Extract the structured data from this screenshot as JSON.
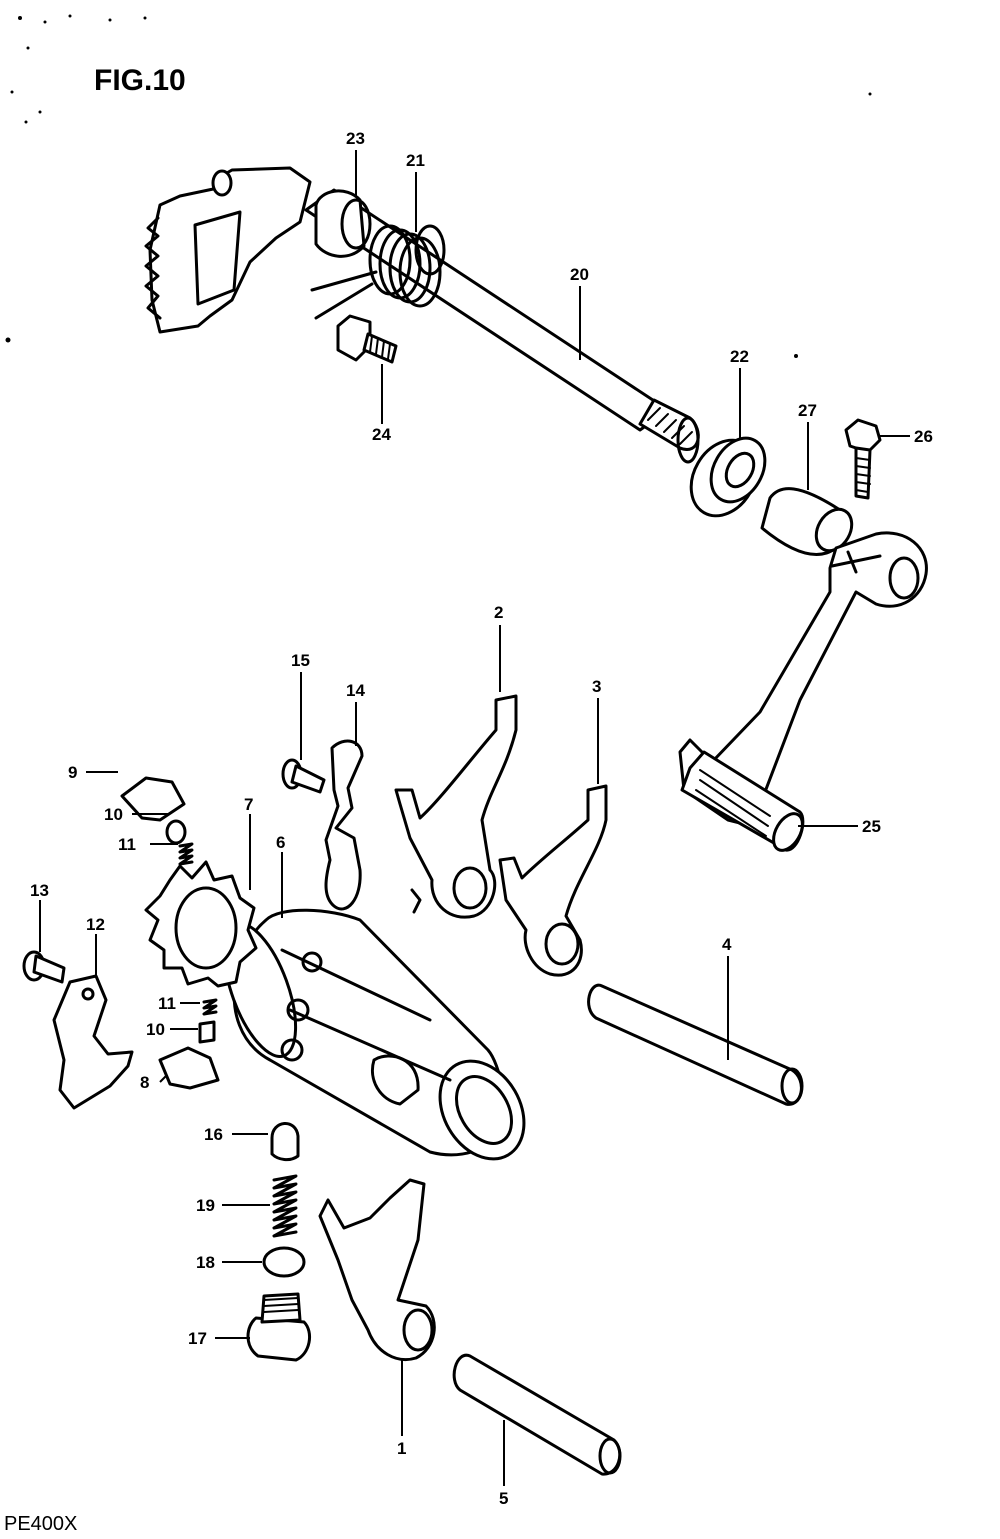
{
  "figure": {
    "title": "FIG.10",
    "model": "PE400X"
  },
  "callouts": {
    "c1": "1",
    "c2": "2",
    "c3": "3",
    "c4": "4",
    "c5": "5",
    "c6": "6",
    "c7": "7",
    "c8": "8",
    "c9": "9",
    "c10a": "10",
    "c10b": "10",
    "c11a": "11",
    "c11b": "11",
    "c12": "12",
    "c13": "13",
    "c14": "14",
    "c15": "15",
    "c16": "16",
    "c17": "17",
    "c18": "18",
    "c19": "19",
    "c20": "20",
    "c21": "21",
    "c22": "22",
    "c23": "23",
    "c24": "24",
    "c25": "25",
    "c26": "26",
    "c27": "27"
  }
}
